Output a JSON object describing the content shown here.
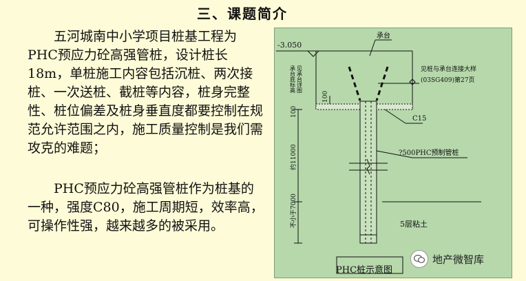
{
  "title": "三、课题简介",
  "paragraphs": {
    "p1": "五河城南中小学项目桩基工程为PHC预应力砼高强管桩，设计桩长18m，单桩施工内容包括沉桩、两次接桩、一次送桩、截桩等内容，桩身完整性、桩位偏差及桩身垂直度都要控制在规范允许范围之内，施工质量控制是我们需攻克的难题；",
    "p2": "PHC预应力砼高强管桩作为桩基的一种，强度C80，施工周期短，效率高，可操作性强，越来越多的被采用。"
  },
  "diagram": {
    "caption": "PHC桩示意图",
    "elevation": "-3.050",
    "cap_label": "承台",
    "connect_label_1": "见桩与承台连接大样",
    "connect_label_2": "(03SG409)第27页",
    "dim_100a": "100",
    "dim_100b": "100",
    "left_label": "承台底标高",
    "left_label2": "见承台详图",
    "c15_label": "C15",
    "pile_label": "?500PHC预制管桩",
    "len_label": "约11000",
    "len_label2": "不小于7000",
    "soil_label": "5层粘土"
  },
  "watermark": {
    "text": "地产微智库",
    "icon": "wechat-icon"
  }
}
